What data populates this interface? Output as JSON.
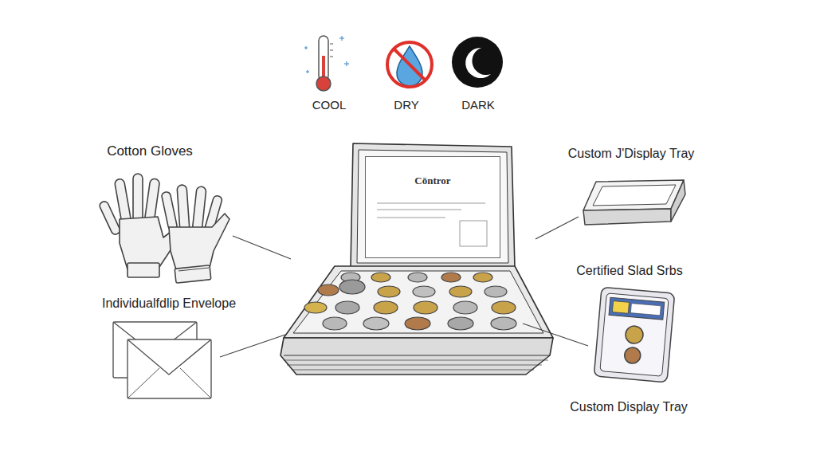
{
  "diagram": {
    "nodes": [
      {
        "text": [
          "Cöntror"
        ]
      }
    ],
    "labels": [
      "COOL",
      "DRY",
      "DARK",
      "Cotton Gloves",
      "Custom J'Display Tray",
      "Certified Slad Srbs",
      "Individualfdlip Envelope",
      "Custom Display Tray"
    ]
  }
}
